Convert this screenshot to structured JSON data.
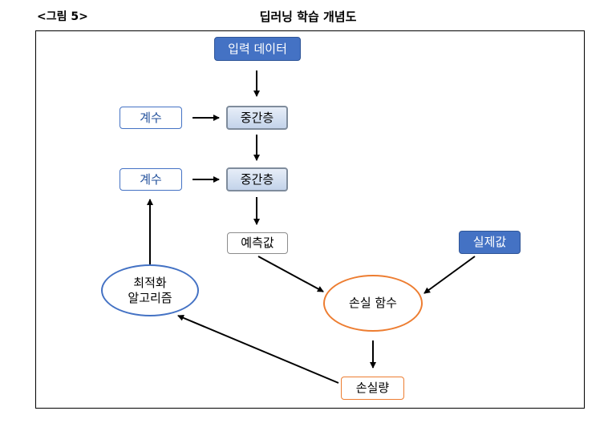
{
  "figure_label": "<그림 5>",
  "title": "딥러닝 학습 개념도",
  "nodes": {
    "input_data": "입력 데이터",
    "coefficient_1": "계수",
    "hidden_layer_1": "중간층",
    "coefficient_2": "계수",
    "hidden_layer_2": "중간층",
    "predicted_value": "예측값",
    "actual_value": "실제값",
    "loss_function": "손실 함수",
    "loss": "손실량",
    "optimizer_line1": "최적화",
    "optimizer_line2": "알고리즘"
  },
  "colors": {
    "blue_accent": "#4472c4",
    "orange_accent": "#ed7d31",
    "gray_border": "#8c8c8c"
  }
}
